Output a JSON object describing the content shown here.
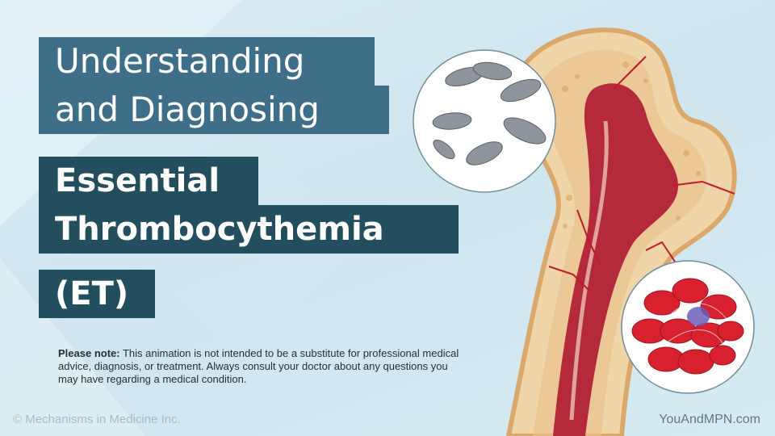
{
  "title": {
    "line1": "Understanding",
    "line2": "and Diagnosing",
    "line3": "Essential",
    "line4": "Thrombocythemia",
    "line5": "(ET)"
  },
  "note": {
    "label": "Please note:",
    "text": " This animation is not intended to be a substitute for professional medical advice, diagnosis, or treatment. Always consult your doctor about any questions you may have regarding a medical condition."
  },
  "footer": {
    "copyright": "© Mechanisms in Medicine Inc.",
    "site": "YouAndMPN.com"
  },
  "colors": {
    "title_light_bg": "#3f6e88",
    "title_dark_bg": "#224e5e",
    "marrow_red": "#b52a3a",
    "bone": "#f0d5a8"
  },
  "illustrations": [
    "platelets-circle",
    "femur-bone-cross-section",
    "red-blood-cells-circle"
  ]
}
